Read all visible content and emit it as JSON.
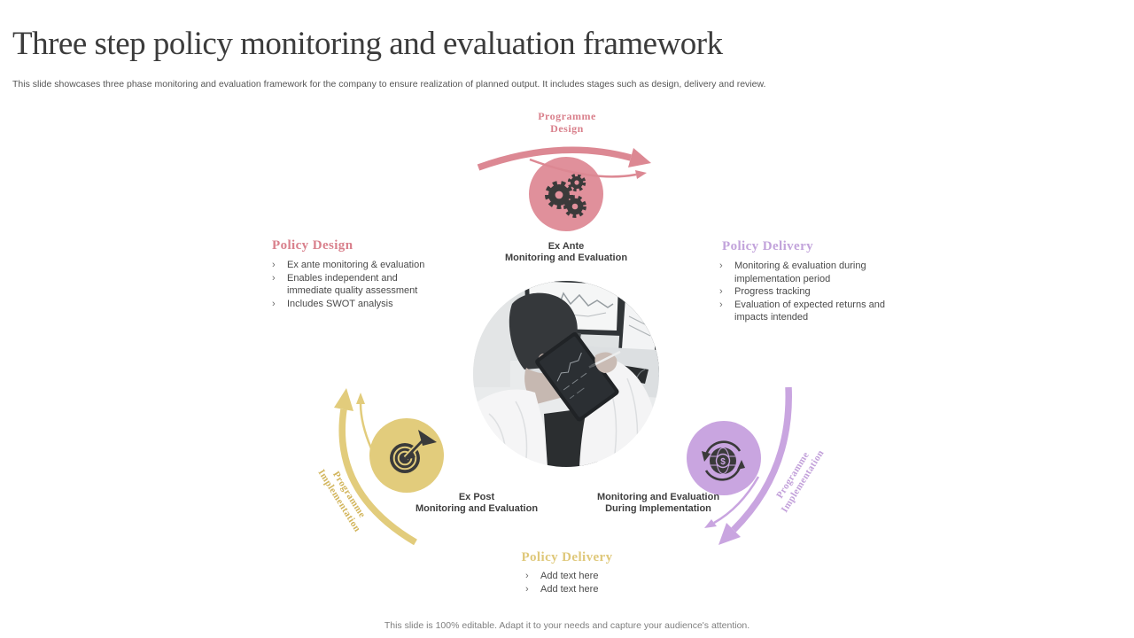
{
  "slide": {
    "title": "Three step policy monitoring and evaluation framework",
    "subtitle": "This slide showcases three phase monitoring and evaluation framework for the company to ensure realization of planned output. It includes stages such as design, delivery and review.",
    "footer": "This slide is 100% editable. Adapt it to your needs and capture your audience's attention."
  },
  "colors": {
    "pink_heading": "#D9808C",
    "pink_circle": "#E0909B",
    "yellow_heading": "#DFC87A",
    "yellow_circle": "#E2CC7C",
    "purple_heading": "#C2A3DB",
    "purple_circle": "#C9A5E0",
    "icon_dark": "#3A3A3A",
    "text_dark": "#3F3F3F",
    "footer_gray": "#7F7F7F"
  },
  "bullet_marker": "›",
  "diagram": {
    "top": {
      "arrow_label_line1": "Programme",
      "arrow_label_line2": "Design",
      "node_line1": "Ex Ante",
      "node_line2": "Monitoring and Evaluation",
      "icon": "gears-icon"
    },
    "left": {
      "arrow_label_line1": "Programme",
      "arrow_label_line2": "Implementation",
      "node_line1": "Ex Post",
      "node_line2": "Monitoring and Evaluation",
      "icon": "target-arrow-icon"
    },
    "right": {
      "arrow_label_line1": "Programme",
      "arrow_label_line2": "Implementation",
      "node_line1": "Monitoring and Evaluation",
      "node_line2": "During Implementation",
      "icon": "globe-dollar-icon"
    },
    "center_image": "person-analyzing-charts-photo"
  },
  "sections": {
    "policy_design": {
      "heading": "Policy Design",
      "bullets": [
        "Ex ante monitoring & evaluation",
        "Enables independent and immediate quality assessment",
        "Includes SWOT analysis"
      ]
    },
    "policy_delivery_right": {
      "heading": "Policy Delivery",
      "bullets": [
        "Monitoring & evaluation during implementation period",
        "Progress tracking",
        "Evaluation of expected returns and impacts intended"
      ]
    },
    "policy_delivery_bottom": {
      "heading": "Policy Delivery",
      "bullets": [
        "Add text here",
        "Add text here"
      ]
    }
  }
}
